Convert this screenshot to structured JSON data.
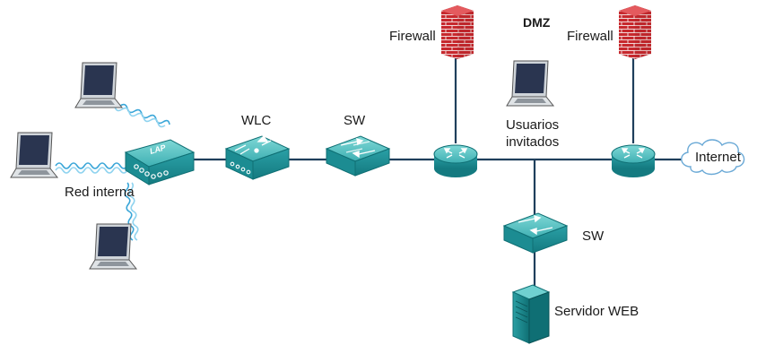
{
  "labels": {
    "firewall_left": "Firewall",
    "dmz": "DMZ",
    "firewall_right": "Firewall",
    "wlc": "WLC",
    "sw_top": "SW",
    "guests_line1": "Usuarios",
    "guests_line2": "invitados",
    "internet": "Internet",
    "internal_network": "Red interna",
    "sw_bottom": "SW",
    "web_server": "Servidor WEB",
    "lap": "LAP"
  },
  "colors": {
    "teal_top": "#5fc6c6",
    "teal_side": "#1f8f96",
    "teal_dark": "#126f75",
    "link": "#1f3f5c",
    "wireless": "#3aa6d8",
    "brick": "#c0262a",
    "laptop_screen": "#2a3550"
  },
  "icons": {
    "access_point": "lap-icon",
    "controller": "wlc-icon",
    "switch": "switch-icon",
    "router": "router-icon",
    "firewall": "firewall-icon",
    "laptop": "laptop-icon",
    "cloud": "cloud-icon",
    "server": "server-icon"
  }
}
